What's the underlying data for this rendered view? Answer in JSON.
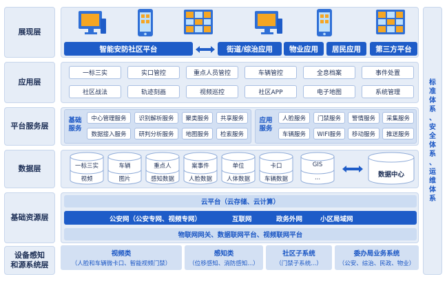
{
  "layers": {
    "presentation": "展现层",
    "application": "应用层",
    "platform_service": "平台服务层",
    "data": "数据层",
    "infrastructure": "基础资源层",
    "sensing": "设备感知\n和源系统层"
  },
  "side_label": "标\n准\n体\n系\n、\n安\n全\n体\n系\n、\n运\n维\n体\n系",
  "presentation": {
    "main_platform": "智能安防社区平台",
    "apps": [
      "街道/综治应用",
      "物业应用",
      "居民应用",
      "第三方平台"
    ],
    "icons": [
      "monitor-icon",
      "mobile-phone-icon",
      "grid-screen-icon",
      "monitor-icon",
      "mobile-phone-icon",
      "grid-screen-icon"
    ]
  },
  "application": {
    "row1": [
      "一标三实",
      "实口管控",
      "重点人员管控",
      "车辆管控",
      "全息档案",
      "事件处置"
    ],
    "row2": [
      "社区战法",
      "轨迹刻画",
      "视频巡控",
      "社区APP",
      "电子地图",
      "系统管理"
    ]
  },
  "platform_service": {
    "basic_label": "基础\n服务",
    "basic_row1": [
      "中心管理服务",
      "识别解析服务",
      "聚类服务",
      "共享服务"
    ],
    "basic_row2": [
      "数据接入服务",
      "研判分析服务",
      "地图服务",
      "检索服务"
    ],
    "app_label": "应用\n服务",
    "app_row1": [
      "人脸服务",
      "门禁服务",
      "警情服务",
      "采集服务"
    ],
    "app_row2": [
      "车辆服务",
      "WIFI服务",
      "移动服务",
      "推送服务"
    ]
  },
  "data_layer": {
    "stores": [
      {
        "top": "一标三实",
        "bottom": "视频"
      },
      {
        "top": "车辆",
        "bottom": "图片"
      },
      {
        "top": "重点人",
        "bottom": "感知数据"
      },
      {
        "top": "案事件",
        "bottom": "人脸数据"
      },
      {
        "top": "单位",
        "bottom": "人体数据"
      },
      {
        "top": "卡口",
        "bottom": "车辆数据"
      },
      {
        "top": "GIS",
        "bottom": "..."
      }
    ],
    "center": "数据中心"
  },
  "infrastructure": {
    "cloud": "云平台（云存储、云计算）",
    "networks": [
      "公安网（公安专网、视频专网）",
      "互联网",
      "政务外网",
      "小区局域网"
    ],
    "iot": "物联网网关、数据联网平台、视频联网平台"
  },
  "sensing": [
    {
      "title": "视频类",
      "detail": "（人脸和车辆微卡口、智能视频门禁）"
    },
    {
      "title": "感知类",
      "detail": "（位移感知、消防感知...）"
    },
    {
      "title": "社区子系统",
      "detail": "（门禁子系统...）"
    },
    {
      "title": "委办局业务系统",
      "detail": "（公安、综治、民政、物业）"
    }
  ],
  "colors": {
    "accent": "#1e5cc8",
    "panel": "#e6edf7",
    "orange": "#f5a623"
  }
}
